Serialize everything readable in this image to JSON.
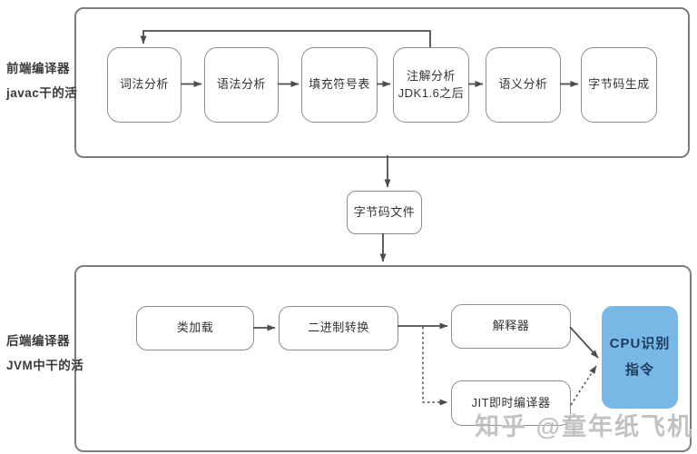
{
  "frontend": {
    "label": [
      "前端编译器",
      "javac干的活"
    ],
    "steps": [
      {
        "label": "词法分析"
      },
      {
        "label": "语法分析"
      },
      {
        "label": "填充符号表"
      },
      {
        "label": "注解分析",
        "label2": "JDK1.6之后"
      },
      {
        "label": "语义分析"
      },
      {
        "label": "字节码生成"
      }
    ]
  },
  "middle": {
    "bytecode_file": "字节码文件"
  },
  "backend": {
    "label": [
      "后端编译器",
      "JVM中干的活"
    ],
    "class_loading": "类加载",
    "binary_conversion": "二进制转换",
    "interpreter": "解释器",
    "jit_compiler": "JIT即时编译器",
    "cpu": [
      "CPU识别",
      "指令"
    ]
  },
  "watermark": "知乎 @童年纸飞机",
  "colors": {
    "box_border": "#8d8d8d",
    "container_border": "#7e7e7e",
    "arrow": "#4d4d4d",
    "text": "#333333",
    "cpu_fill": "#79b7e6",
    "cpu_text": "#1c3c5e",
    "watermark": "#b4b4b4"
  }
}
